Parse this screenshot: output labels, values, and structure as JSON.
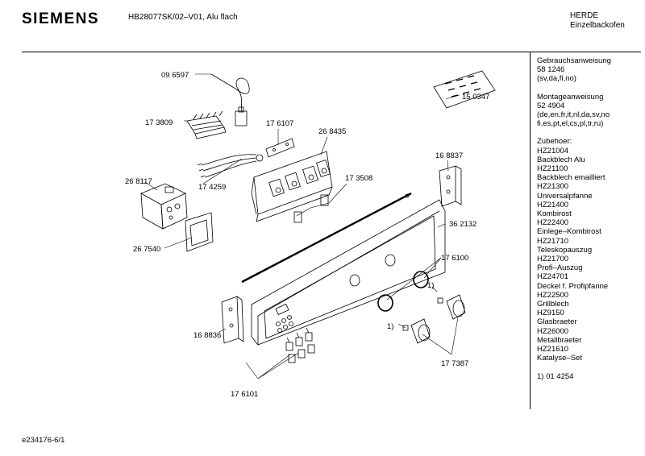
{
  "header": {
    "logo": "SIEMENS",
    "model": "HB28077SK/02–V01, Alu flach",
    "brand_line1": "HERDE",
    "brand_line2": "Einzelbackofen"
  },
  "sidebar": [
    "Gebrauchsanweisung",
    "58 1246",
    "(sv,da,fi,no)",
    "",
    "Montageanweisung",
    "52 4904",
    "(de,en,fr,it,nl,da,sv,no",
    "fi,es,pt,el,cs,pl,tr,ru)",
    "",
    "Zubehoer:",
    "HZ21004",
    "Backblech Alu",
    "HZ21100",
    "Backblech emailliert",
    "HZ21300",
    "Universalpfanne",
    "HZ21400",
    "Kombirost",
    "HZ22400",
    "Einlege–Kombirost",
    "HZ21710",
    "Teleskopauszug",
    "HZ21700",
    "Profi–Auszug",
    "HZ24701",
    "Deckel f. Profipfanne",
    "HZ22500",
    "Grillblech",
    "HZ9150",
    "Glasbraeter",
    "HZ26000",
    "Metallbraeter",
    "HZ21610",
    "Katalyse–Set",
    "",
    "1) 01 4254"
  ],
  "parts": {
    "p096597": "09 6597",
    "p173809": "17 3809",
    "p176107": "17 6107",
    "p268435": "26 8435",
    "p150347": "15 0347",
    "p168837": "16 8837",
    "p268117": "26 8117",
    "p174259": "17 4259",
    "p173508": "17 3508",
    "p362132": "36 2132",
    "p267540": "26 7540",
    "p176100": "17 6100",
    "note1a": "1)",
    "note1b": "1)",
    "p168836": "16 8836",
    "p177387": "17 7387",
    "p176101": "17 6101"
  },
  "footer": {
    "doc_id": "e234176-6/1"
  }
}
